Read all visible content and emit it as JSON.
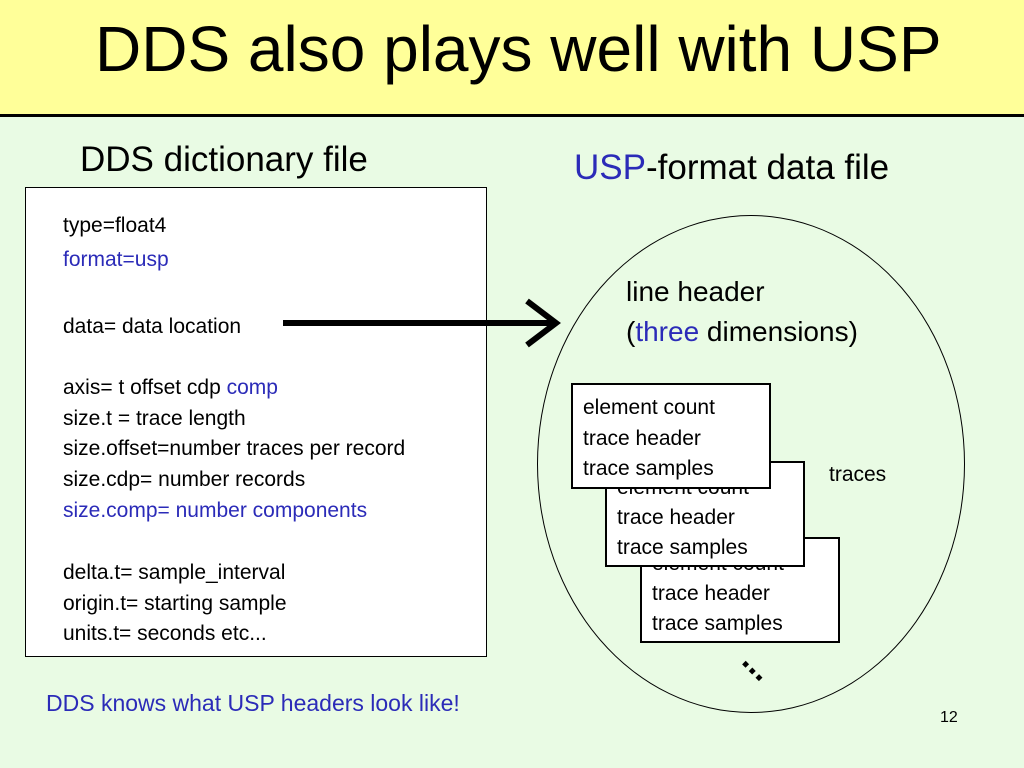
{
  "title": "DDS also plays well with USP",
  "left_heading": "DDS dictionary file",
  "right_heading": {
    "highlight": "USP",
    "rest": "-format data file"
  },
  "dictionary_lines": [
    {
      "text": "type=float4",
      "blue": false
    },
    {
      "text": "format=usp",
      "blue": true
    },
    {
      "text": "",
      "blue": false
    },
    {
      "text": "data= data location",
      "blue": false
    },
    {
      "text": "",
      "blue": false
    },
    {
      "text": "axis= t offset cdp ",
      "blue": false,
      "suffix": "comp"
    },
    {
      "text": "size.t = trace length",
      "blue": false
    },
    {
      "text": "size.offset=number traces per record",
      "blue": false
    },
    {
      "text": "size.cdp= number records",
      "blue": false
    },
    {
      "text": "size.comp= number components",
      "blue": true
    },
    {
      "text": "",
      "blue": false
    },
    {
      "text": "delta.t= sample_interval",
      "blue": false
    },
    {
      "text": "origin.t= starting sample",
      "blue": false
    },
    {
      "text": "units.t= seconds   etc...",
      "blue": false
    }
  ],
  "line_header": {
    "line1": "line header",
    "line2_open": "(",
    "line2_highlight": "three",
    "line2_rest": " dimensions)"
  },
  "trace_box_lines": [
    "element count",
    "trace header",
    "trace samples"
  ],
  "traces_label": "traces",
  "ellipsis": "...",
  "footer": "DDS knows what USP headers look like!",
  "page_number": "12",
  "colors": {
    "title_band": "#ffff99",
    "background": "#e9fbe4",
    "accent_blue": "#2b2bb8"
  }
}
